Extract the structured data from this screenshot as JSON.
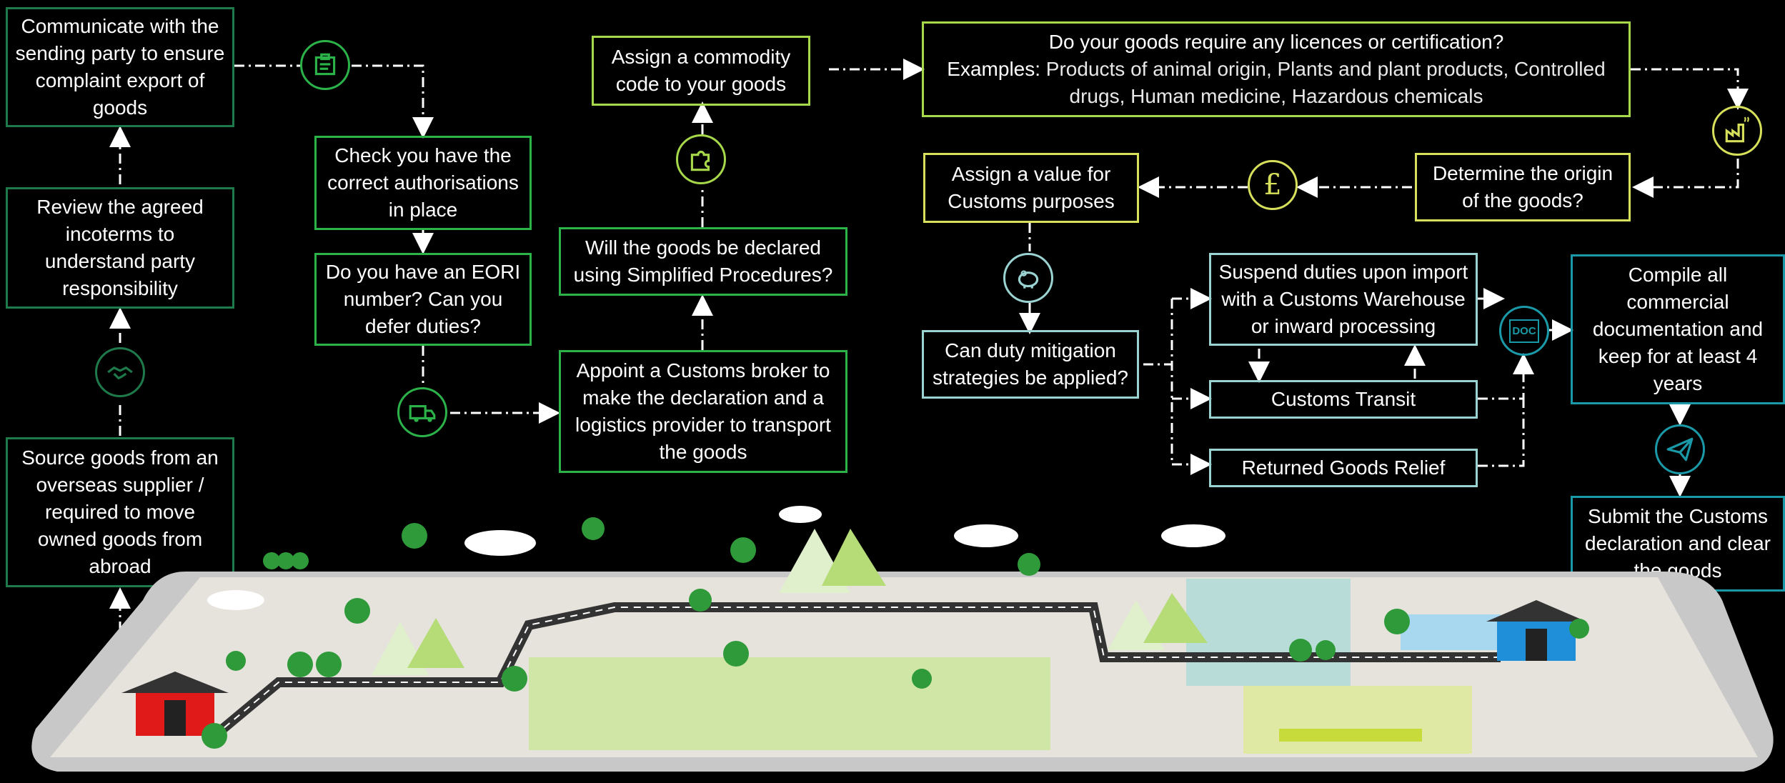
{
  "steps": {
    "communicate": "Communicate with the sending party to ensure complaint export of goods",
    "review": "Review the agreed incoterms to understand party responsibility",
    "source": "Source goods from an overseas supplier / required to move owned goods from abroad",
    "authorisations": "Check you have the correct authorisations in place",
    "eori": "Do you have an EORI number? Can you defer duties?",
    "broker": "Appoint a Customs broker to make the declaration and a logistics provider to transport the goods",
    "simplified": "Will the goods be declared using Simplified Procedures?",
    "commodity": "Assign a commodity code to your goods",
    "licences_q": "Do your goods require any licences or certification?",
    "licences_ex_label": "Examples:",
    "licences_ex": "Products of animal origin, Plants and plant products, Controlled drugs, Human medicine, Hazardous chemicals",
    "origin": "Determine the origin of the goods?",
    "value": "Assign a value for Customs purposes",
    "mitigation": "Can duty mitigation strategies be applied?",
    "suspend": "Suspend duties upon import with a Customs Warehouse or inward processing",
    "transit": "Customs Transit",
    "returned": "Returned Goods Relief",
    "compile": "Compile all commercial documentation and keep for at least 4 years",
    "submit": "Submit the Customs declaration and clear the goods"
  },
  "icons": {
    "doc_label": "DOC",
    "currency_symbol": "£"
  },
  "colors": {
    "dark_green": "#1e7a4a",
    "green": "#2bb34a",
    "light_green": "#a6d84a",
    "yellow": "#d7e05a",
    "light_teal": "#9bd3d3",
    "teal": "#1a9aa8"
  }
}
